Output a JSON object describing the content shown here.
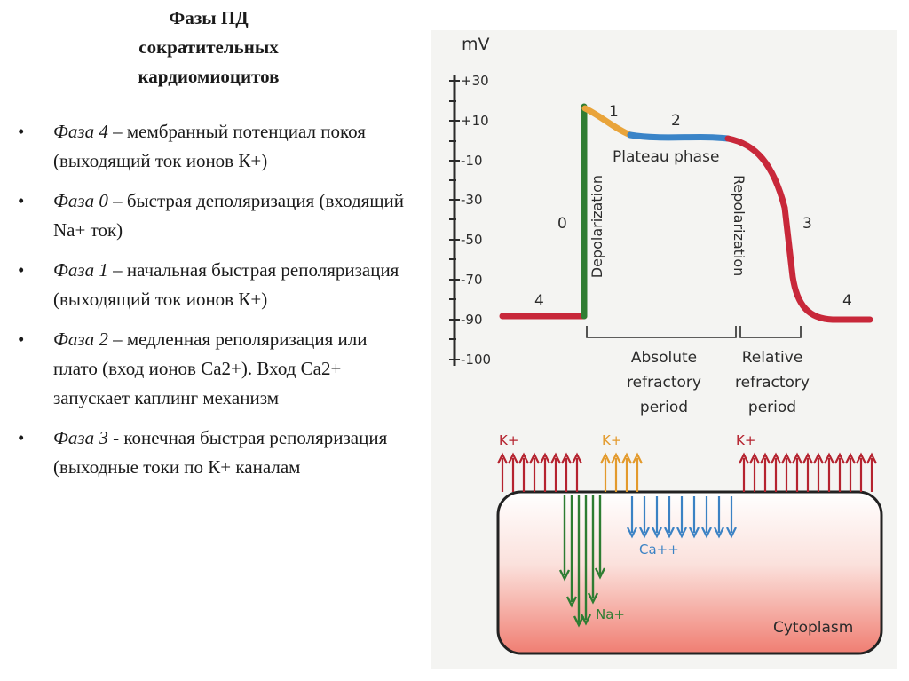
{
  "title_lines": [
    "Фазы ПД",
    "сократительных",
    "кардиомиоцитов"
  ],
  "bullets": [
    {
      "phase": "Фаза 4",
      "text": " – мембранный потенциал покоя (выходящий ток ионов К+)"
    },
    {
      "phase": "Фаза 0",
      "text": " – быстрая деполяризация (входящий Na+ ток)"
    },
    {
      "phase": "Фаза 1",
      "text": " – начальная быстрая реполяризация (выходящий ток ионов К+)"
    },
    {
      "phase": "Фаза 2",
      "text": " – медленная реполяризация или плато (вход ионов Са2+). Вход Са2+ запускает каплинг механизм"
    },
    {
      "phase": "Фаза 3",
      "text": " - конечная быстрая реполяризация  (выходные токи по К+ каналам"
    }
  ],
  "bullet_mark": "•",
  "figure": {
    "axis_unit": "mV",
    "ticks": [
      "+30",
      "+10",
      "-10",
      "-30",
      "-50",
      "-70",
      "-90",
      "-100"
    ],
    "phase_numbers": {
      "p4_left": "4",
      "p0": "0",
      "p1": "1",
      "p2": "2",
      "p3": "3",
      "p4_right": "4"
    },
    "plateau_label": "Plateau phase",
    "depolarization_label": "Depolarization",
    "repolarization_label": "Repolarization",
    "absolute_lines": [
      "Absolute",
      "refractory",
      "period"
    ],
    "relative_lines": [
      "Relative",
      "refractory",
      "period"
    ],
    "ions": {
      "k_left": "K+",
      "k_middle": "K+",
      "k_right": "K+",
      "ca": "Ca++",
      "na": "Na+"
    },
    "cytoplasm_label": "Cytoplasm",
    "colors": {
      "phase4": "#c8283a",
      "phase0": "#2f7d32",
      "phase1": "#e9a43a",
      "phase2": "#3a84c8",
      "phase3": "#c8283a",
      "k_arrow": "#b5232f",
      "k_middle_arrow": "#e39a2c",
      "ca_arrow": "#3b82c4",
      "na_arrow": "#2e7d32"
    }
  }
}
